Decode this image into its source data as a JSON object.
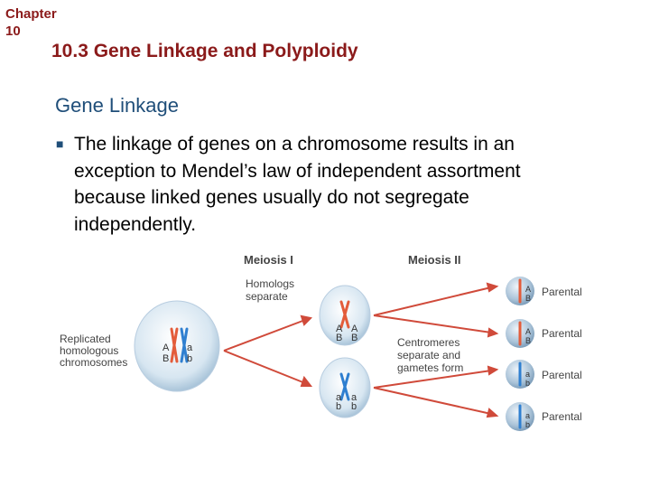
{
  "header": {
    "chapter_line1": "Chapter",
    "chapter_line2": "10"
  },
  "slide": {
    "title": "10.3 Gene Linkage and Polyploidy",
    "subtitle": "Gene Linkage",
    "bullet": "The linkage of genes on a chromosome results in an exception to Mendel’s law of independent assortment because linked genes usually do not segregate independently."
  },
  "figure": {
    "meiosis1": "Meiosis I",
    "meiosis2": "Meiosis II",
    "homologs": [
      "Homologs",
      "separate"
    ],
    "replicated": [
      "Replicated",
      "homologous",
      "chromosomes"
    ],
    "centromeres": [
      "Centromeres",
      "separate and",
      "gametes form"
    ],
    "parental": [
      "Parental",
      "Parental",
      "Parental",
      "Parental"
    ],
    "alleles": {
      "A": "A",
      "B": "B",
      "a": "a",
      "b": "b"
    }
  }
}
